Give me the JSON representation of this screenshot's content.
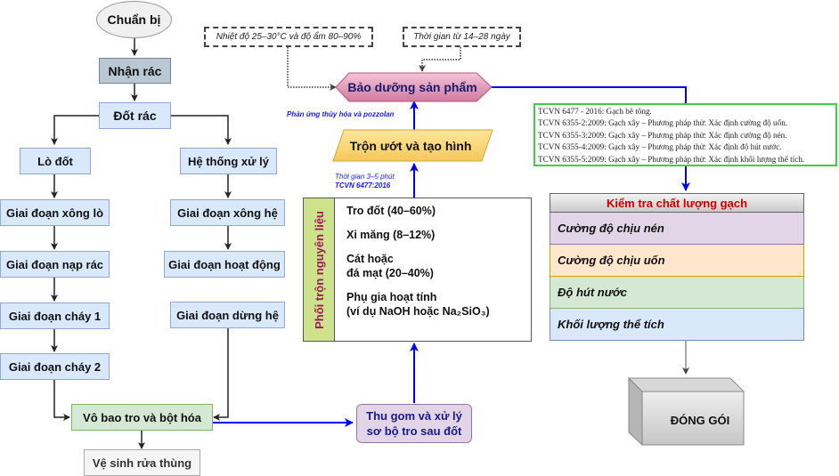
{
  "diagram": {
    "start": "Chuẩn bị",
    "receive": "Nhận rác",
    "burn": "Đốt rác",
    "left_branch": {
      "title": "Lò đốt",
      "steps": [
        "Giai đoạn xông lò",
        "Giai đoạn nạp rác",
        "Giai đoạn cháy 1",
        "Giai đoạn cháy 2"
      ]
    },
    "right_branch": {
      "title": "Hệ thống xử lý",
      "steps": [
        "Giai đoạn xông hệ",
        "Giai đoạn hoạt động",
        "Giai đoạn dừng hệ"
      ]
    },
    "merge": "Vô bao tro và bột hóa",
    "cleanup": "Vệ sinh rửa thùng",
    "collect": [
      "Thu gom và xử lý",
      "sơ bộ tro sau đốt"
    ],
    "mix": {
      "title": "Phối trộn nguyên liệu",
      "items": [
        {
          "line1": "Tro đốt (40–60%)"
        },
        {
          "line1": "Xi măng (8–12%)"
        },
        {
          "line1": "Cát hoặc",
          "line2": "đá mạt (20–40%)"
        },
        {
          "line1": "Phụ gia hoạt tính",
          "line2": "(ví dụ NaOH hoặc Na₂SiO₃)"
        }
      ]
    },
    "mix_note": {
      "line1": "Thời gian 3–5 phút",
      "line2": "TCVN 6477:2016"
    },
    "forming": "Trộn ướt và tạo hình",
    "reaction_note": "Phản ứng thủy hóa và pozzolan",
    "curing": "Bảo dưỡng sản phẩm",
    "curing_notes": [
      "Nhiệt độ 25–30°C và độ ẩm 80–90%",
      "Thời gian từ 14–28 ngày"
    ],
    "standards": [
      "TCVN 6477 - 2016: Gạch bê tông.",
      "TCVN 6355-2:2009: Gạch xây – Phương pháp thử: Xác định cường độ uốn.",
      "TCVN 6355-3:2009: Gạch xây – Phương pháp thử: Xác định cường độ nén.",
      "TCVN 6355-4:2009: Gạch xây – Phương pháp thử: Xác định độ hút nước.",
      "TCVN 6355-5:2009: Gạch xây – Phương pháp thử: Xác định khối lượng thể tích."
    ],
    "quality": {
      "title": "Kiểm tra chất lượng gạch",
      "rows": [
        "Cường độ chịu nén",
        "Cường độ chịu uốn",
        "Độ hút nước",
        "Khối lượng thể tích"
      ]
    },
    "packaging": "ĐÓNG GÓI"
  },
  "colors": {
    "flow_blue": "#0000ee",
    "arrow_black": "#222222",
    "title_red": "#cc0000",
    "mix_title": "#a0195c",
    "std_border": "#44cc44"
  }
}
